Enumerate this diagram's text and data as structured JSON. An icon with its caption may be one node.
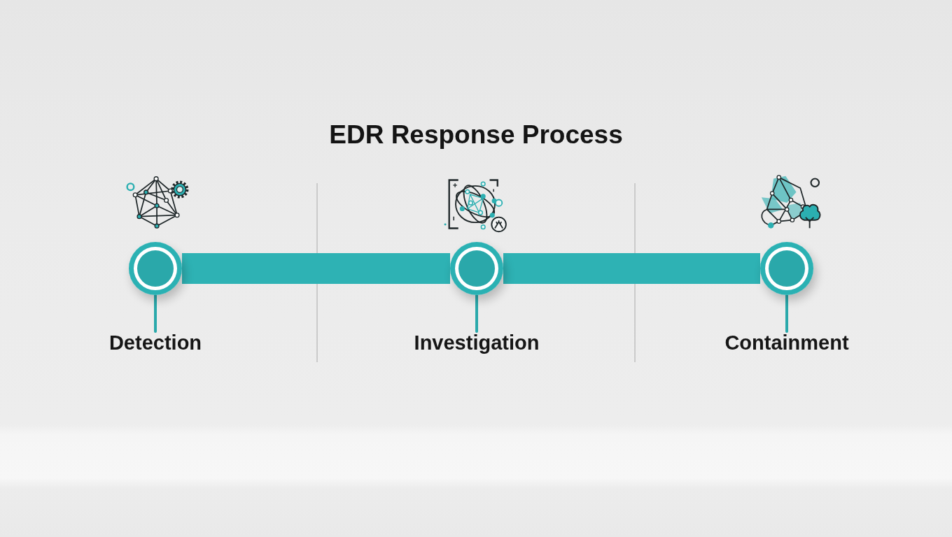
{
  "diagram": {
    "title": "EDR Response Process",
    "nodes": [
      {
        "text": [],
        "shape": "circle"
      },
      {
        "text": [
          "Detection"
        ]
      },
      {
        "text": [],
        "shape": "circle"
      },
      {
        "text": [
          "Investigation"
        ]
      },
      {
        "text": [],
        "shape": "circle"
      },
      {
        "text": [
          "Containment"
        ]
      }
    ],
    "edges": [
      {
        "from": 0,
        "to": 2,
        "arrow": "none",
        "style": "thick"
      },
      {
        "from": 2,
        "to": 4,
        "arrow": "none",
        "style": "thick"
      },
      {
        "from": 0,
        "to": 1,
        "arrow": "none"
      },
      {
        "from": 2,
        "to": 3,
        "arrow": "none"
      },
      {
        "from": 4,
        "to": 5,
        "arrow": "none"
      }
    ]
  }
}
